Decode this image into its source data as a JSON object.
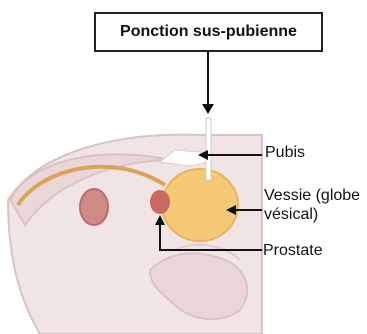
{
  "title": "Ponction sus-pubienne",
  "labels": {
    "pubis": "Pubis",
    "vessie_line1": "Vessie (globe",
    "vessie_line2": "vésical)",
    "prostate": "Prostate"
  },
  "colors": {
    "tissue": "#f1e4e4",
    "tissue_outline": "#d9c4c4",
    "bladder": "#f6c977",
    "rectum": "#cf8a86",
    "prostate": "#c9695f",
    "urethra": "#d8a45c",
    "bone": "#ffffff",
    "arrow": "#111111"
  }
}
